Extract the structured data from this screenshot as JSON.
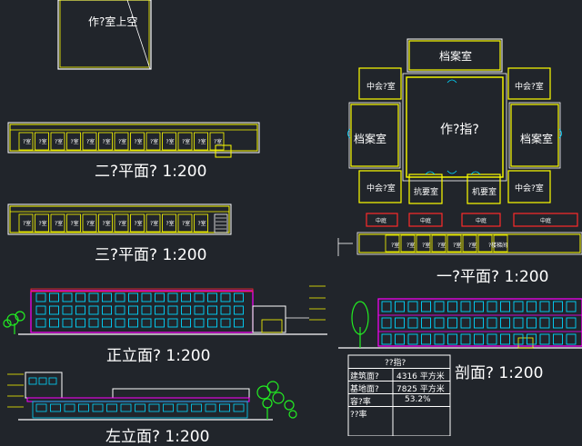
{
  "labels": {
    "top_block": "作?室上空",
    "plan2": "二?平面? 1:200",
    "plan3": "三?平面? 1:200",
    "front_elev": "正立面? 1:200",
    "side_elev": "左立面? 1:200",
    "plan1": "一?平面? 1:200",
    "section": "剖面? 1:200"
  },
  "rooms": {
    "archive_top": "档案室",
    "archive_left": "档案室",
    "archive_right": "档案室",
    "center": "作?指?",
    "meeting": "中会?室",
    "anti_room": "抗要室",
    "machine_room": "机要室",
    "corridor": "中庭",
    "small_office": "?室",
    "stair_room": "?楼梯间"
  },
  "table": {
    "title": "??指?",
    "rows": [
      {
        "name": "建筑面?",
        "value": "4316 平方米"
      },
      {
        "name": "基地面?",
        "value": "7825 平方米"
      },
      {
        "name": "容?率",
        "value": "53.2%"
      },
      {
        "name": "??率",
        "value": ""
      }
    ]
  },
  "colors": {
    "background": "#21252b",
    "wall": "#ffff00",
    "outline": "#ffffff",
    "window": "#00d8ff",
    "door": "#ff2a2a",
    "accent": "#ff00ff",
    "tree": "#22ee22"
  }
}
